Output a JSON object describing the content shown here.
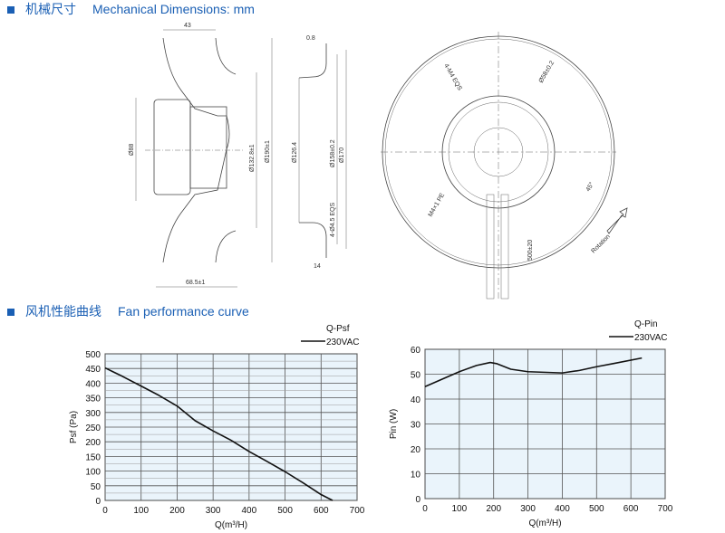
{
  "headings": {
    "mech_cn": "机械尺寸",
    "mech_en": "Mechanical Dimensions: mm",
    "perf_cn": "风机性能曲线",
    "perf_en": "Fan performance curve"
  },
  "drawing": {
    "side": {
      "d43": "43",
      "d88": "Ø88",
      "d132": "Ø132.8±1",
      "d190": "Ø190±1",
      "d685": "68.5±1"
    },
    "ring": {
      "d08": "0.8",
      "d126": "Ø126.4",
      "d158": "Ø158±0.2",
      "d170": "Ø170",
      "holes": "4-Ø4.5 EQS",
      "d14": "14"
    },
    "front": {
      "m4eqs": "4-M4 EQS",
      "d58": "Ø58±0.2",
      "m4pe": "M4×1 PE",
      "cable": "500±20",
      "angle": "45°",
      "rotation": "Rotation"
    }
  },
  "colors": {
    "accent": "#1a5fb4",
    "plot_bg": "#eaf4fb"
  },
  "chart_data": [
    {
      "type": "line",
      "legend_title": "Q-Psf",
      "series": [
        {
          "name": "230VAC",
          "x": [
            0,
            50,
            100,
            150,
            200,
            250,
            300,
            350,
            400,
            450,
            500,
            550,
            600,
            632
          ],
          "y": [
            452,
            422,
            390,
            358,
            322,
            272,
            237,
            205,
            167,
            133,
            98,
            60,
            20,
            0
          ]
        }
      ],
      "xlabel": "Q(m³/H)",
      "ylabel": "Psf (Pa)",
      "xlim": [
        0,
        700
      ],
      "ylim": [
        0,
        500
      ],
      "xticks": [
        "0",
        "100",
        "200",
        "300",
        "400",
        "500",
        "600",
        "700"
      ],
      "yticks": [
        "0",
        "50",
        "100",
        "150",
        "200",
        "250",
        "300",
        "350",
        "400",
        "450",
        "500"
      ],
      "grid": true,
      "legend": "top-right"
    },
    {
      "type": "line",
      "legend_title": "Q-Pin",
      "series": [
        {
          "name": "230VAC",
          "x": [
            0,
            50,
            100,
            150,
            190,
            210,
            250,
            300,
            400,
            450,
            500,
            550,
            632
          ],
          "y": [
            45,
            48,
            51,
            53.5,
            54.7,
            54.2,
            52,
            51,
            50.5,
            51.5,
            53,
            54.3,
            56.5
          ]
        }
      ],
      "xlabel": "Q(m³/H)",
      "ylabel": "Pin (W)",
      "xlim": [
        0,
        700
      ],
      "ylim": [
        0,
        60
      ],
      "xticks": [
        "0",
        "100",
        "200",
        "300",
        "400",
        "500",
        "600",
        "700"
      ],
      "yticks": [
        "0",
        "10",
        "20",
        "30",
        "40",
        "50",
        "60"
      ],
      "grid": true,
      "legend": "top-right"
    }
  ]
}
